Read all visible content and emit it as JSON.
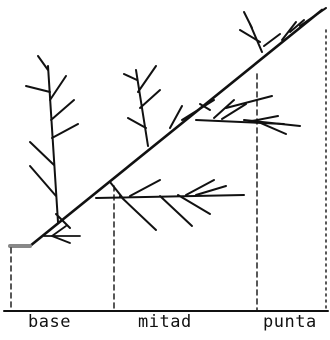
{
  "labels": {
    "base": "base",
    "middle": "mitad",
    "tip": "punta"
  },
  "colors": {
    "ink": "#111111",
    "background": "#ffffff"
  }
}
